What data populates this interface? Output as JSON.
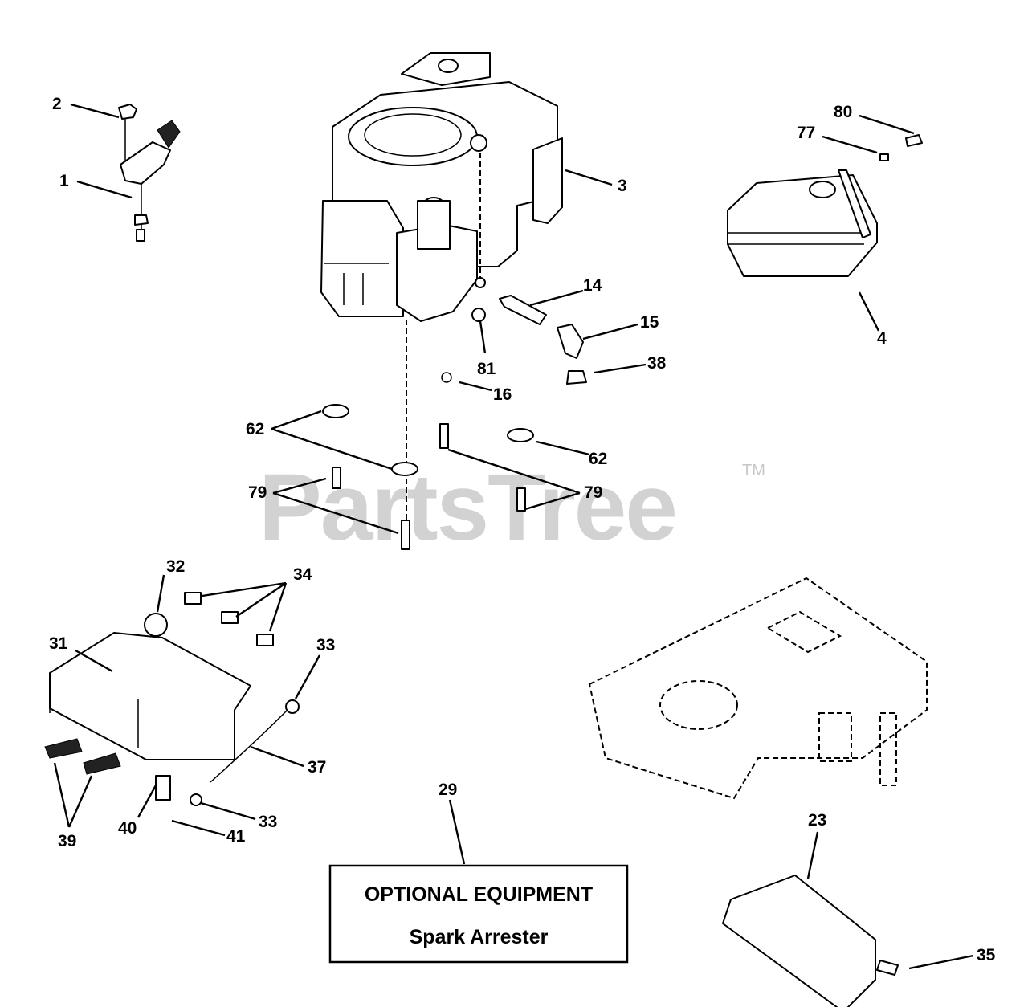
{
  "watermark": {
    "text": "PartsTree",
    "trademark": "TM"
  },
  "callouts": {
    "c2": "2",
    "c1": "1",
    "c3": "3",
    "c80": "80",
    "c77": "77",
    "c4": "4",
    "c14": "14",
    "c15": "15",
    "c38": "38",
    "c81": "81",
    "c16": "16",
    "c62a": "62",
    "c62b": "62",
    "c79a": "79",
    "c79b": "79",
    "c32": "32",
    "c34": "34",
    "c31": "31",
    "c33a": "33",
    "c37": "37",
    "c33b": "33",
    "c39": "39",
    "c40": "40",
    "c41": "41",
    "c29": "29",
    "c23": "23",
    "c35": "35"
  },
  "optional_box": {
    "line1": "OPTIONAL EQUIPMENT",
    "line2": "Spark Arrester"
  }
}
